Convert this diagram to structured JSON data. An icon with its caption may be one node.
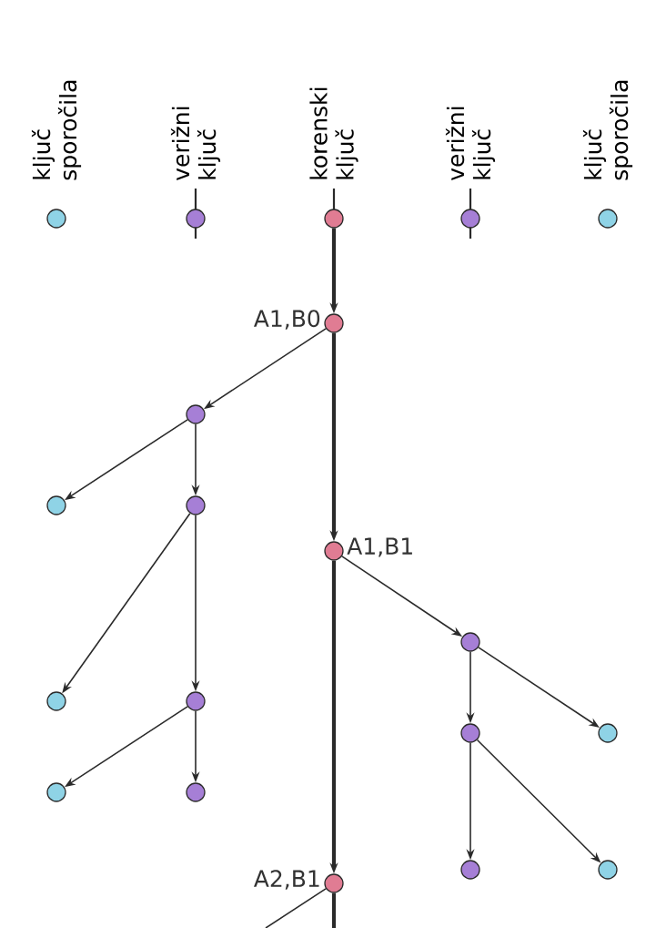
{
  "diagram": {
    "nodes": [
      {
        "text": [
          "ključ sporočila"
        ]
      },
      {
        "text": [
          "verižni ključ"
        ]
      },
      {
        "text": [
          "korenski ključ"
        ]
      },
      {
        "text": [
          "verižni ključ"
        ]
      },
      {
        "text": [
          "ključ sporočila"
        ]
      },
      {
        "text": [
          "A1,B0"
        ]
      },
      {
        "text": [],
        "shape": "circle"
      },
      {
        "text": [],
        "shape": "circle"
      },
      {
        "text": [],
        "shape": "circle"
      },
      {
        "text": [
          "A1,B1"
        ]
      },
      {
        "text": [],
        "shape": "circle"
      },
      {
        "text": [],
        "shape": "circle"
      },
      {
        "text": [],
        "shape": "circle"
      },
      {
        "text": [],
        "shape": "circle"
      },
      {
        "text": [],
        "shape": "circle"
      },
      {
        "text": [],
        "shape": "circle"
      },
      {
        "text": [],
        "shape": "circle"
      },
      {
        "text": [],
        "shape": "circle"
      },
      {
        "text": [],
        "shape": "circle"
      },
      {
        "text": [
          "A2,B1"
        ]
      }
    ],
    "edges": [
      {
        "from": 2,
        "to": 5,
        "arrow": "to",
        "style": "thick"
      },
      {
        "from": 5,
        "to": 6,
        "arrow": "to"
      },
      {
        "from": 6,
        "to": 7,
        "arrow": "to"
      },
      {
        "from": 6,
        "to": 8,
        "arrow": "to"
      },
      {
        "from": 5,
        "to": 9,
        "arrow": "to",
        "style": "thick"
      },
      {
        "from": 8,
        "to": 11,
        "arrow": "to"
      },
      {
        "from": 8,
        "to": 12,
        "arrow": "to"
      },
      {
        "from": 12,
        "to": 15,
        "arrow": "to"
      },
      {
        "from": 12,
        "to": 16,
        "arrow": "to"
      },
      {
        "from": 9,
        "to": 10,
        "arrow": "to"
      },
      {
        "from": 10,
        "to": 13,
        "arrow": "to"
      },
      {
        "from": 10,
        "to": 14,
        "arrow": "to"
      },
      {
        "from": 14,
        "to": 17,
        "arrow": "to"
      },
      {
        "from": 14,
        "to": 18,
        "arrow": "to"
      },
      {
        "from": 9,
        "to": 19,
        "arrow": "to",
        "style": "thick"
      },
      {
        "from": 19,
        "to": null,
        "arrow": "none",
        "style": "thick"
      },
      {
        "from": 19,
        "to": null,
        "arrow": "none"
      }
    ]
  }
}
